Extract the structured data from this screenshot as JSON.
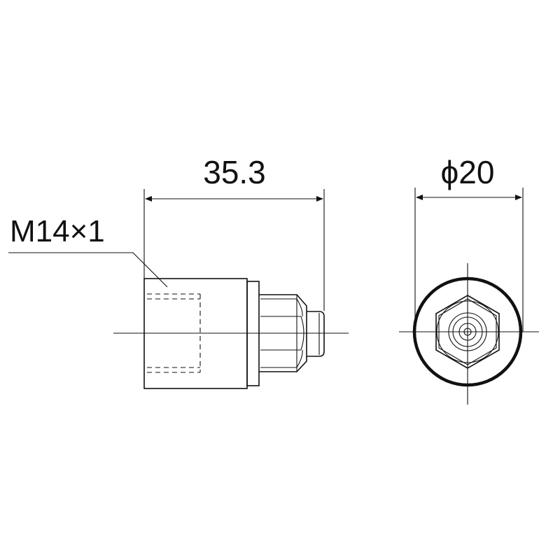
{
  "drawing": {
    "side_view": {
      "length_dimension": "35.3",
      "thread_callout": "M14×1"
    },
    "end_view": {
      "diameter_dimension": "ϕ20"
    }
  }
}
